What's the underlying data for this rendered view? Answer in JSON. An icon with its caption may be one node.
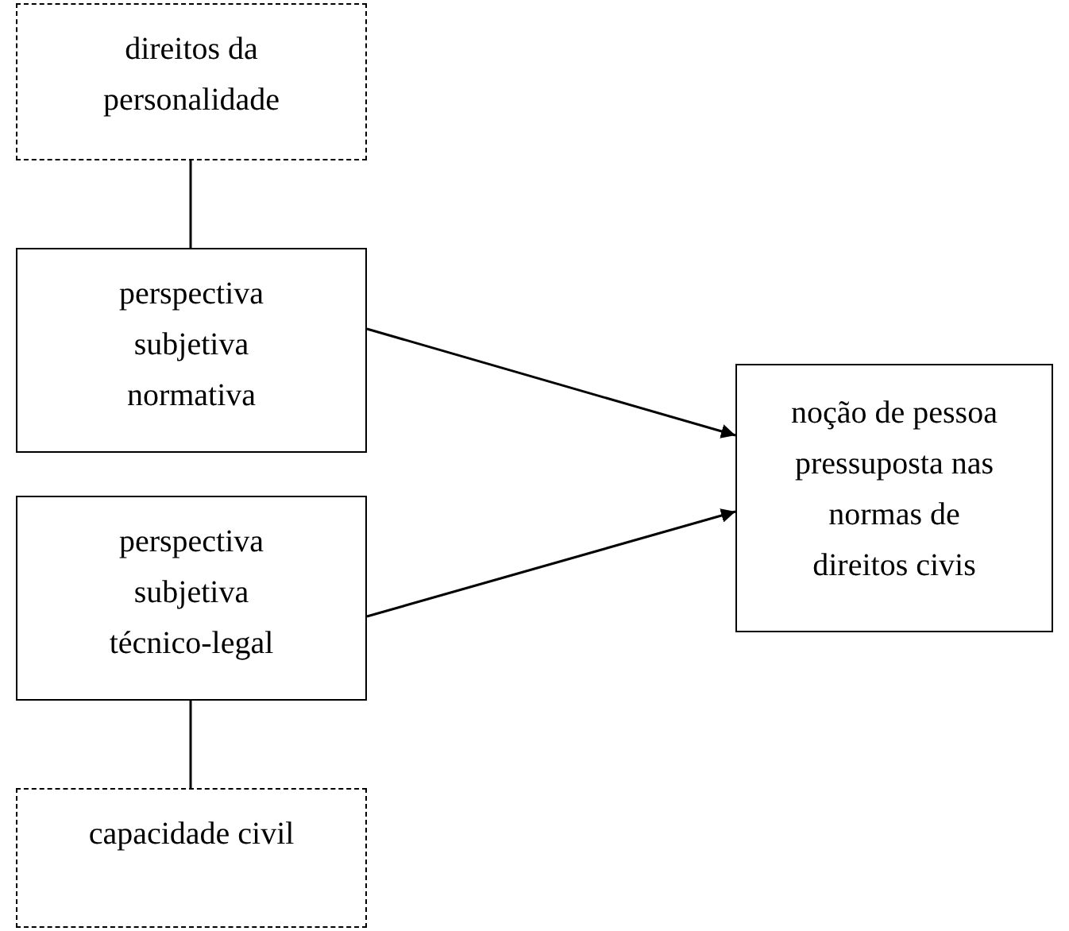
{
  "diagram": {
    "nodes": [
      {
        "text": [
          "direitos da personalidade"
        ]
      },
      {
        "text": [
          "perspectiva subjetiva normativa"
        ]
      },
      {
        "text": [
          "perspectiva subjetiva técnico-legal"
        ]
      },
      {
        "text": [
          "capacidade civil"
        ]
      },
      {
        "text": [
          "noção de pessoa pressuposta nas normas de direitos civis"
        ]
      }
    ],
    "edges": [
      {
        "from": 0,
        "to": 1,
        "arrow": "none"
      },
      {
        "from": 1,
        "to": 4,
        "arrow": "to"
      },
      {
        "from": 2,
        "to": 4,
        "arrow": "to"
      },
      {
        "from": 2,
        "to": 3,
        "arrow": "none"
      }
    ]
  }
}
